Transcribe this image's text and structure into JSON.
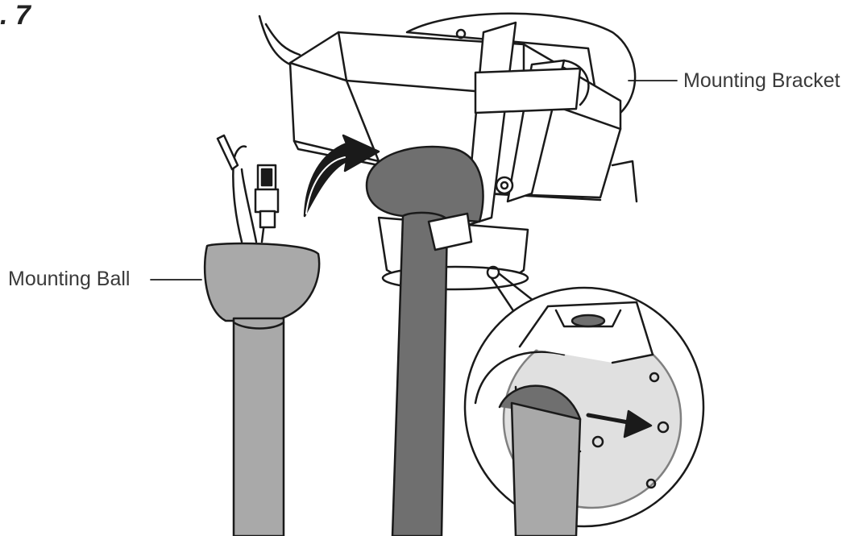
{
  "figure": {
    "number": ". 7"
  },
  "callouts": {
    "mounting_bracket": "Mounting Bracket",
    "mounting_ball": "Mounting Ball"
  },
  "colors": {
    "stroke": "#1a1a1a",
    "fill_gray": "#a9a9a9",
    "fill_dark_gray": "#6f6f6f",
    "fill_light_gray": "#c8c8c8",
    "arrow": "#1a1a1a"
  }
}
